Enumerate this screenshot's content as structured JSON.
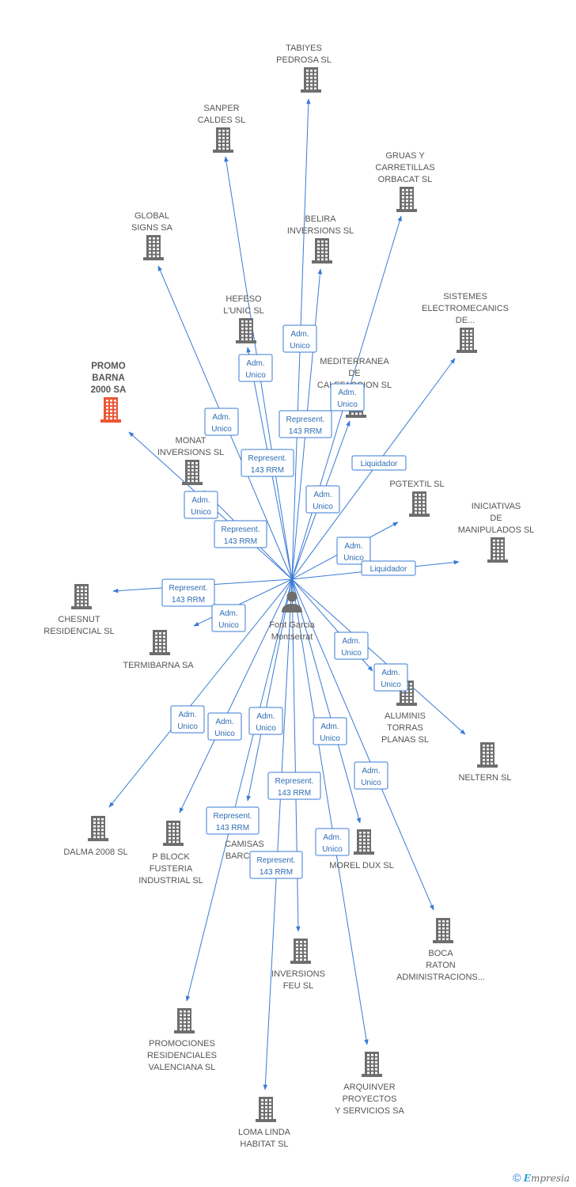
{
  "colors": {
    "edge": "#3a7bd5",
    "building": "#6e6e6e",
    "highlight": "#ee5533",
    "person": "#6e6e6e"
  },
  "center": {
    "name_lines": [
      "Font Garcia",
      "Montserrat"
    ]
  },
  "companies": [
    {
      "id": "tabiyes",
      "lines": [
        "TABIYES",
        "PEDROSA SL"
      ]
    },
    {
      "id": "sanper",
      "lines": [
        "SANPER",
        "CALDES SL"
      ]
    },
    {
      "id": "gruas",
      "lines": [
        "GRUAS Y",
        "CARRETILLAS",
        "ORBACAT SL"
      ]
    },
    {
      "id": "global",
      "lines": [
        "GLOBAL",
        "SIGNS SA"
      ]
    },
    {
      "id": "belira",
      "lines": [
        "BELIRA",
        "INVERSIONS SL"
      ]
    },
    {
      "id": "sistemes",
      "lines": [
        "SISTEMES",
        "ELECTROMECANICS",
        "DE..."
      ]
    },
    {
      "id": "hefeso",
      "lines": [
        "HEFESO",
        "L'UNIC SL"
      ]
    },
    {
      "id": "promo",
      "lines": [
        "PROMO",
        "BARNA",
        "2000 SA"
      ],
      "highlight": true
    },
    {
      "id": "mediterranea",
      "lines": [
        "MEDITERRANEA",
        "DE",
        "CALEFACCION SL"
      ]
    },
    {
      "id": "monat",
      "lines": [
        "MONAT",
        "INVERSIONS SL"
      ]
    },
    {
      "id": "pgtextil",
      "lines": [
        "PGTEXTIL SL"
      ]
    },
    {
      "id": "iniciativas",
      "lines": [
        "INICIATIVAS",
        "DE",
        "MANIPULADOS SL"
      ]
    },
    {
      "id": "chesnut",
      "lines": [
        "CHESNUT",
        "RESIDENCIAL SL"
      ]
    },
    {
      "id": "termibarna",
      "lines": [
        "TERMIBARNA SA"
      ]
    },
    {
      "id": "aluminis",
      "lines": [
        "ALUMINIS",
        "TORRAS",
        "PLANAS SL"
      ]
    },
    {
      "id": "neltern",
      "lines": [
        "NELTERN SL"
      ]
    },
    {
      "id": "dalma",
      "lines": [
        "DALMA 2008 SL"
      ]
    },
    {
      "id": "pblock",
      "lines": [
        "P BLOCK",
        "FUSTERIA",
        "INDUSTRIAL SL"
      ]
    },
    {
      "id": "camisas",
      "lines": [
        "CAMISAS",
        "BARCO..."
      ]
    },
    {
      "id": "morel",
      "lines": [
        "MOREL DUX SL"
      ]
    },
    {
      "id": "boca",
      "lines": [
        "BOCA",
        "RATON",
        "ADMINISTRACIONS..."
      ]
    },
    {
      "id": "inversionsfeu",
      "lines": [
        "INVERSIONS",
        "FEU SL"
      ]
    },
    {
      "id": "promociones",
      "lines": [
        "PROMOCIONES",
        "RESIDENCIALES",
        "VALENCIANA SL"
      ]
    },
    {
      "id": "arquinver",
      "lines": [
        "ARQUINVER",
        "PROYECTOS",
        "Y SERVICIOS SA"
      ]
    },
    {
      "id": "loma",
      "lines": [
        "LOMA LINDA",
        "HABITAT SL"
      ]
    }
  ],
  "relations": [
    {
      "target": "tabiyes",
      "lines": [
        "Represent.",
        "143 RRM"
      ]
    },
    {
      "target": "sanper",
      "lines": [
        "Represent.",
        "143 RRM"
      ]
    },
    {
      "target": "gruas",
      "lines": [
        "Adm.",
        "Unico"
      ]
    },
    {
      "target": "global",
      "lines": [
        "Adm.",
        "Unico"
      ]
    },
    {
      "target": "belira",
      "lines": [
        "Adm.",
        "Unico"
      ]
    },
    {
      "target": "sistemes",
      "lines": [
        "Liquidador"
      ]
    },
    {
      "target": "hefeso",
      "lines": [
        "Adm.",
        "Unico"
      ]
    },
    {
      "target": "promo",
      "lines": [
        "Adm.",
        "Unico"
      ]
    },
    {
      "target": "mediterranea",
      "lines": [
        "Adm.",
        "Unico"
      ]
    },
    {
      "target": "monat",
      "lines": [
        "Represent.",
        "143 RRM"
      ]
    },
    {
      "target": "pgtextil",
      "lines": [
        "Adm.",
        "Unico"
      ]
    },
    {
      "target": "iniciativas",
      "lines": [
        "Liquidador"
      ]
    },
    {
      "target": "chesnut",
      "lines": [
        "Represent.",
        "143 RRM"
      ]
    },
    {
      "target": "termibarna",
      "lines": [
        "Adm.",
        "Unico"
      ]
    },
    {
      "target": "aluminis",
      "lines": [
        "Adm.",
        "Unico"
      ]
    },
    {
      "target": "neltern",
      "lines": [
        "Adm.",
        "Unico"
      ]
    },
    {
      "target": "dalma",
      "lines": [
        "Adm.",
        "Unico"
      ]
    },
    {
      "target": "pblock",
      "lines": [
        "Adm.",
        "Unico"
      ]
    },
    {
      "target": "camisas",
      "lines": [
        "Adm.",
        "Unico"
      ]
    },
    {
      "target": "morel",
      "lines": [
        "Adm.",
        "Unico"
      ]
    },
    {
      "target": "boca",
      "lines": [
        "Adm.",
        "Unico"
      ]
    },
    {
      "target": "inversionsfeu",
      "lines": [
        "Represent.",
        "143 RRM"
      ]
    },
    {
      "target": "promociones",
      "lines": [
        "Represent.",
        "143 RRM"
      ]
    },
    {
      "target": "arquinver",
      "lines": [
        "Adm.",
        "Unico"
      ]
    },
    {
      "target": "loma",
      "lines": [
        "Represent.",
        "143 RRM"
      ]
    }
  ],
  "footer": {
    "copyright": "©",
    "brand_e": "E",
    "brand_rest": "mpresia"
  }
}
